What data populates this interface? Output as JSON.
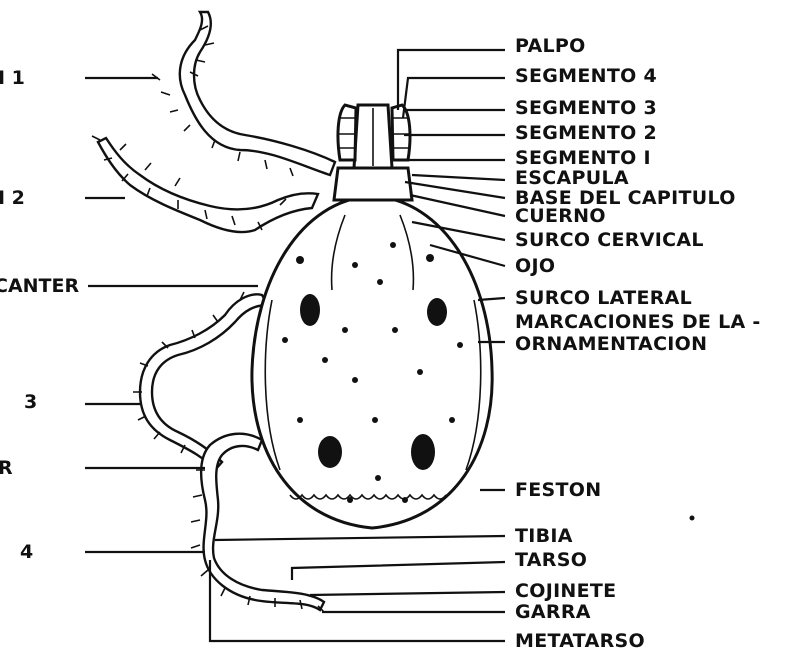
{
  "labels_right": [
    "PALPO",
    "SEGMENTO 4",
    "SEGMENTO 3",
    "SEGMENTO 2",
    "SEGMENTO I",
    "ESCAPULA",
    "BASE DEL CAPITULO",
    "CUERNO",
    "SURCO CERVICAL",
    "OJO",
    "SURCO LATERAL",
    "MARCACIONES DE LA -",
    "ORNAMENTACION",
    "FESTON",
    "TIBIA",
    "TARSO",
    "COJINETE",
    "GARRA",
    "METATARSO"
  ],
  "labels_left": [
    "I 1",
    "I 2",
    "CANTER",
    "3",
    "R",
    "4"
  ]
}
